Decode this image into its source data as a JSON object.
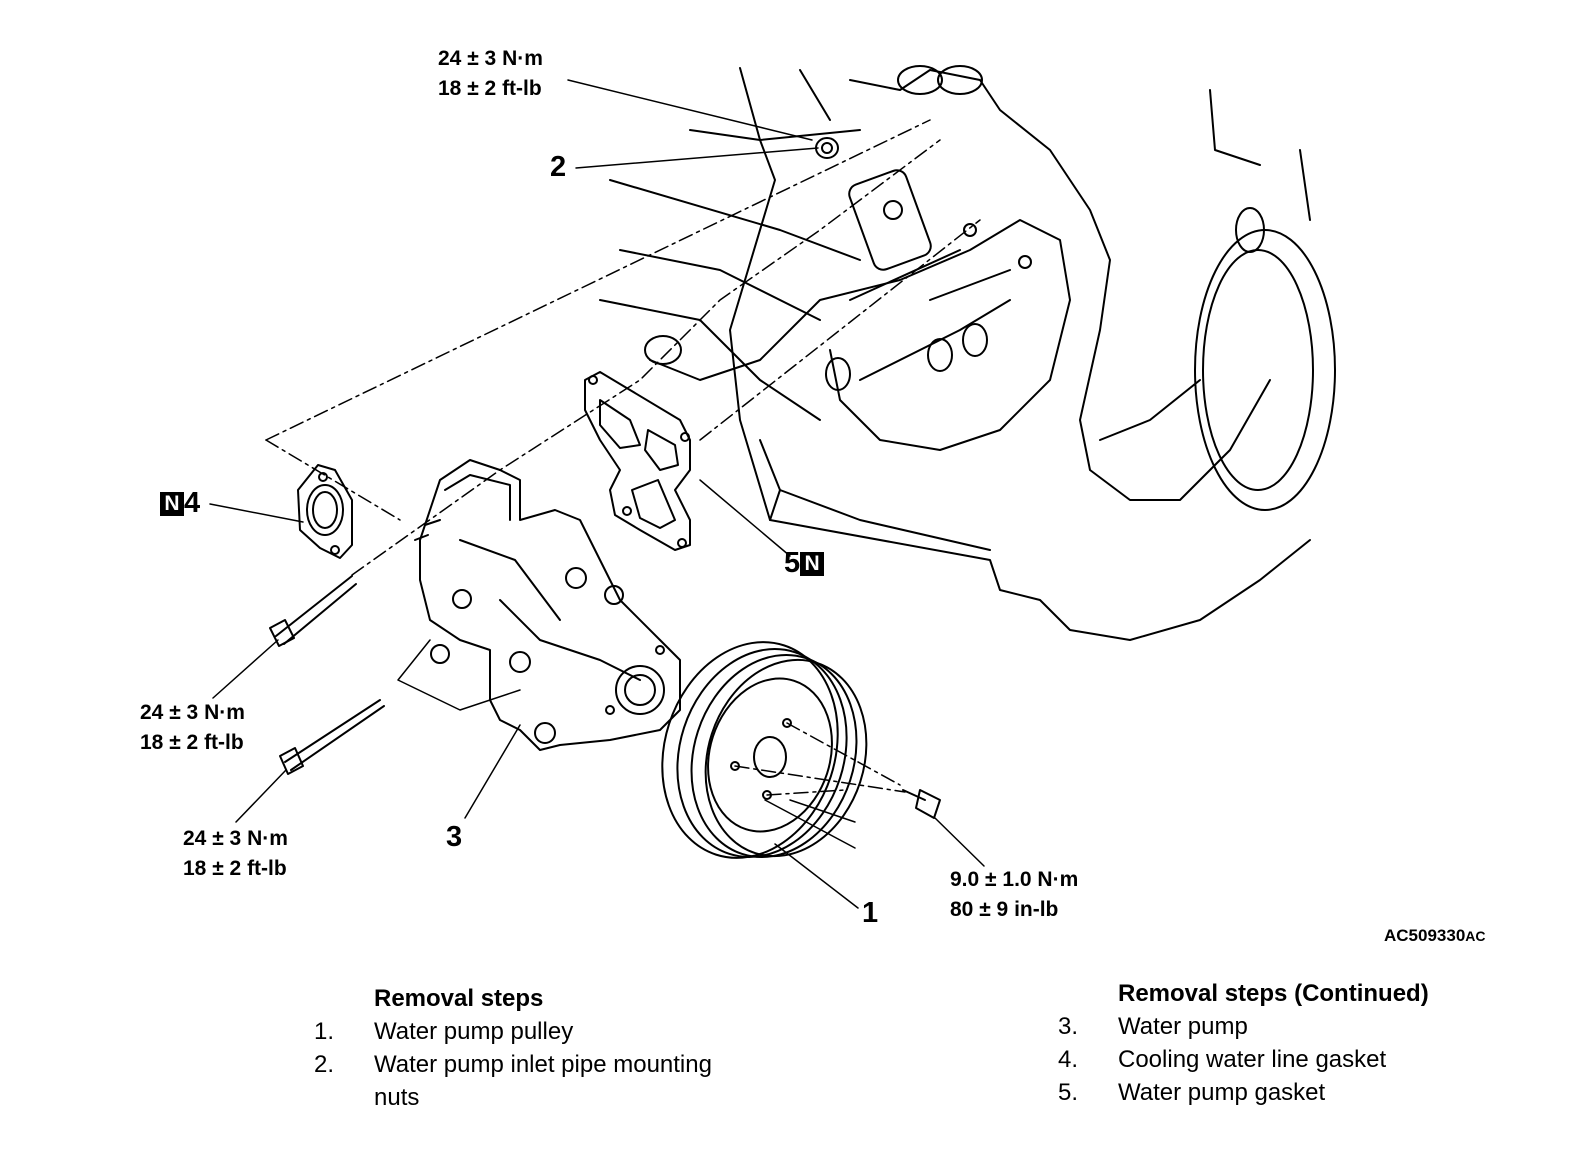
{
  "torque_specs": {
    "t_top": {
      "nm": "24 ± 3 N·m",
      "ftlb": "18 ± 2 ft-lb"
    },
    "t_left1": {
      "nm": "24 ± 3 N·m",
      "ftlb": "18 ± 2 ft-lb"
    },
    "t_left2": {
      "nm": "24 ± 3 N·m",
      "ftlb": "18 ± 2 ft-lb"
    },
    "t_pulley": {
      "nm": "9.0 ± 1.0 N·m",
      "inlb": "80 ± 9 in-lb"
    }
  },
  "callouts": {
    "c1": "1",
    "c2": "2",
    "c3": "3",
    "c4": "4",
    "c5": "5",
    "new_part_badge": "N"
  },
  "figure_id": {
    "main": "AC509330",
    "suffix": "AC"
  },
  "removal_steps": {
    "title": "Removal steps",
    "items": [
      {
        "num": "1.",
        "text": "Water pump pulley"
      },
      {
        "num": "2.",
        "text": "Water pump inlet pipe mounting"
      },
      {
        "num": "",
        "text": "nuts"
      }
    ]
  },
  "removal_steps_continued": {
    "title": "Removal steps (Continued)",
    "items": [
      {
        "num": "3.",
        "text": "Water pump"
      },
      {
        "num": "4.",
        "text": "Cooling water line gasket"
      },
      {
        "num": "5.",
        "text": "Water pump gasket"
      }
    ]
  }
}
